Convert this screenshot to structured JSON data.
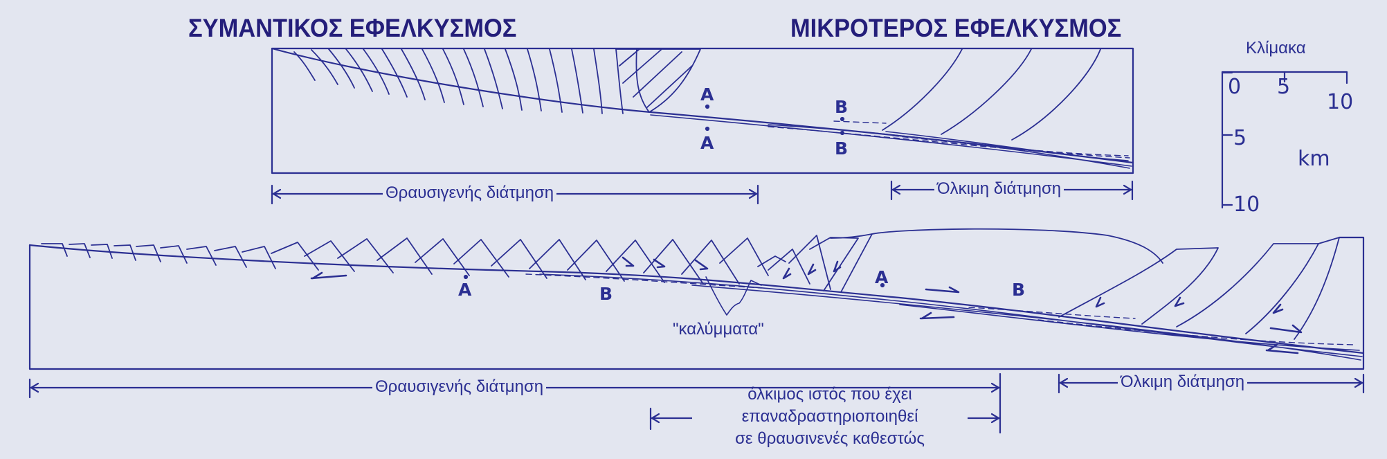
{
  "headings": {
    "left": "ΣΥΜΑΝΤΙΚΟΣ ΕΦΕΛΚΥΣΜΟΣ",
    "right": "ΜΙΚΡΟΤΕΡΟΣ ΕΦΕΛΚΥΣΜΟΣ"
  },
  "scale": {
    "title": "Κλίμακα",
    "unit": "km",
    "horizontal_ticks": [
      "0",
      "5",
      "10"
    ],
    "vertical_ticks": [
      "5",
      "10"
    ]
  },
  "upper_section": {
    "marker_a_top": "A",
    "marker_a_bottom": "A",
    "marker_b_top": "B",
    "marker_b_bottom": "B",
    "brittle_label": "Θραυσιγενής διάτμηση",
    "ductile_label": "Όλκιμη διάτμηση"
  },
  "lower_section": {
    "marker_a_left": "A",
    "marker_b_left": "B",
    "marker_a_right": "A",
    "marker_b_right": "B",
    "klippen_label": "\"καλύμματα\"",
    "brittle_label": "Θραυσιγενής διάτμηση",
    "ductile_label": "Όλκιμη διάτμηση",
    "reactivated_line1": "όλκιμος ιστός που έχει",
    "reactivated_line2": "επαναδραστηριοποιηθεί",
    "reactivated_line3": "σε θραυσινενές καθεστώς"
  },
  "colors": {
    "ink": "#2b2f92",
    "background": "#e3e6f0",
    "heading": "#241e7a"
  }
}
